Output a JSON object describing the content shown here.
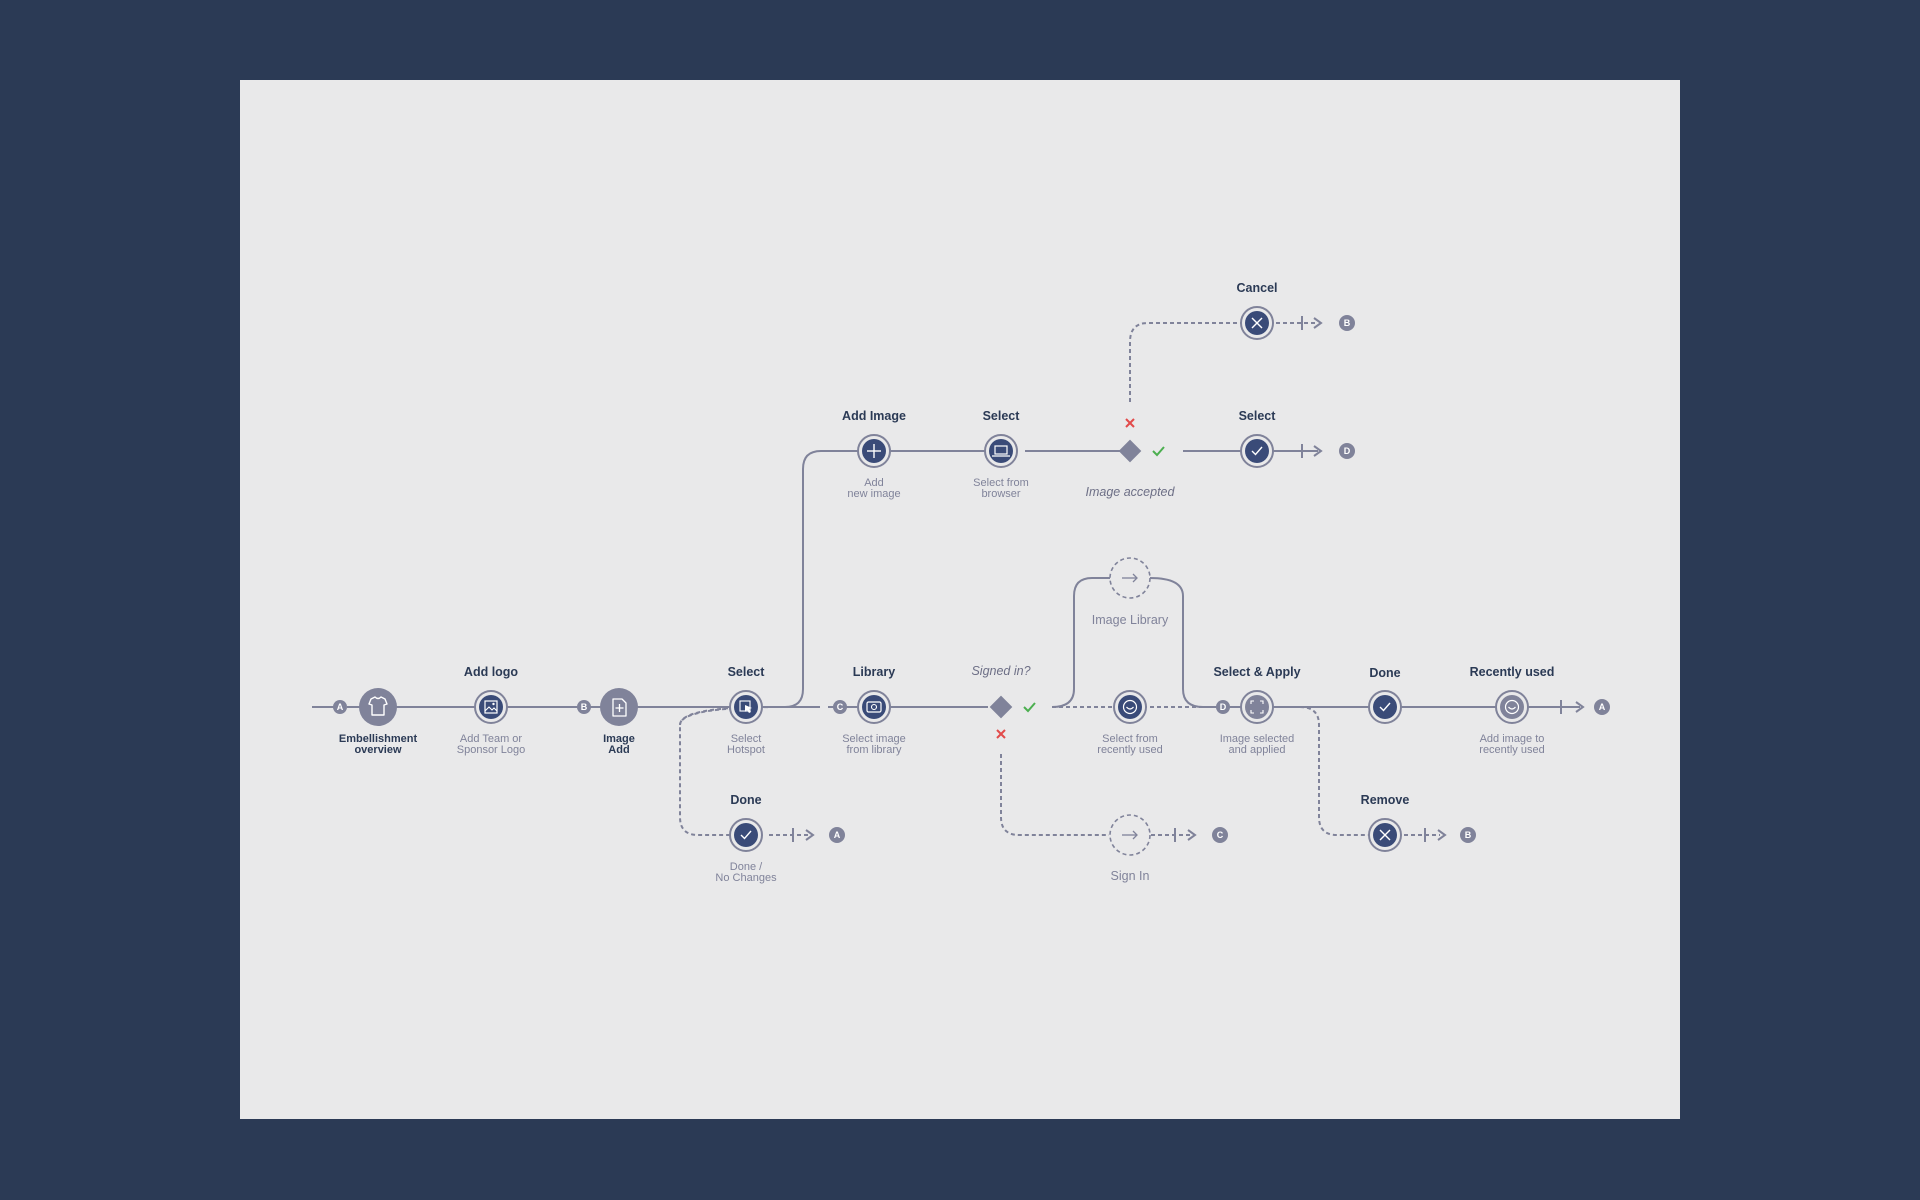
{
  "colors": {
    "background": "#2b3a55",
    "canvas": "#e9e9ea",
    "node_dark": "#3a4b78",
    "node_grey": "#80839a",
    "line": "#80839a",
    "text_dark": "#2b3a55",
    "text_grey": "#80839a",
    "success": "#4caf50",
    "failure": "#e24b4b"
  },
  "markers": {
    "a": "A",
    "b": "B",
    "c": "C",
    "d": "D"
  },
  "nodes": {
    "embellishment": {
      "sub1": "Embellishment",
      "sub2": "overview",
      "icon": "shirt-icon"
    },
    "add_logo": {
      "title": "Add logo",
      "sub1": "Add Team or",
      "sub2": "Sponsor Logo",
      "icon": "image-icon"
    },
    "image_add": {
      "sub1": "Image",
      "sub2": "Add",
      "icon": "file-add-icon"
    },
    "select_hotspot": {
      "title": "Select",
      "sub1": "Select",
      "sub2": "Hotspot",
      "icon": "cursor-icon"
    },
    "library": {
      "title": "Library",
      "sub1": "Select image",
      "sub2": "from library",
      "icon": "photo-icon"
    },
    "signed_in": {
      "title": "Signed in?",
      "icon": "diamond-icon"
    },
    "image_library": {
      "title": "Image Library",
      "icon": "arrow-right-icon"
    },
    "recently_used_select": {
      "sub1": "Select from",
      "sub2": "recently used",
      "icon": "smile-icon"
    },
    "select_apply": {
      "title": "Select & Apply",
      "sub1": "Image selected",
      "sub2": "and applied",
      "icon": "resize-icon"
    },
    "done_main": {
      "title": "Done",
      "icon": "check-icon"
    },
    "recently_used": {
      "title": "Recently used",
      "sub1": "Add image to",
      "sub2": "recently used",
      "icon": "smile-icon"
    },
    "add_image": {
      "title": "Add Image",
      "sub1": "Add",
      "sub2": "new image",
      "icon": "plus-icon"
    },
    "select_browser": {
      "title": "Select",
      "sub1": "Select from",
      "sub2": "browser",
      "icon": "laptop-icon"
    },
    "image_accepted": {
      "caption": "Image accepted",
      "icon": "diamond-icon"
    },
    "select_top": {
      "title": "Select",
      "icon": "check-icon"
    },
    "cancel": {
      "title": "Cancel",
      "icon": "close-icon"
    },
    "done_nochange": {
      "title": "Done",
      "sub1": "Done /",
      "sub2": "No Changes",
      "icon": "check-icon"
    },
    "sign_in": {
      "title": "Sign In",
      "icon": "arrow-right-icon"
    },
    "remove": {
      "title": "Remove",
      "icon": "close-icon"
    }
  }
}
